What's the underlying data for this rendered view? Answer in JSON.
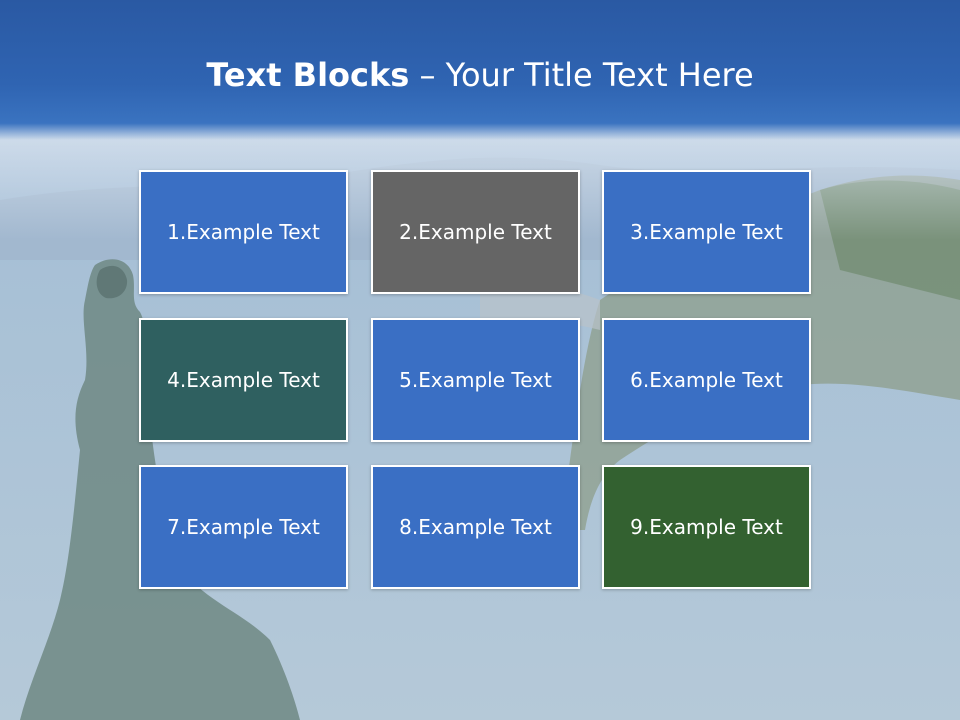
{
  "slide": {
    "title_bold": "Text Blocks",
    "title_separator": " – ",
    "title_rest": "Your Title Text Here"
  },
  "blocks": [
    {
      "label": "1.Example Text",
      "color": "#3a6fc4"
    },
    {
      "label": "2.Example Text",
      "color": "#656565"
    },
    {
      "label": "3.Example Text",
      "color": "#3a6fc4"
    },
    {
      "label": "4.Example Text",
      "color": "#2f6060"
    },
    {
      "label": "5.Example Text",
      "color": "#3a6fc4"
    },
    {
      "label": "6.Example Text",
      "color": "#3a6fc4"
    },
    {
      "label": "7.Example Text",
      "color": "#3a6fc4"
    },
    {
      "label": "8.Example Text",
      "color": "#3a6fc4"
    },
    {
      "label": "9.Example Text",
      "color": "#336130"
    }
  ],
  "colors": {
    "header": "#2f64b2",
    "text": "#ffffff",
    "border": "#ffffff"
  }
}
